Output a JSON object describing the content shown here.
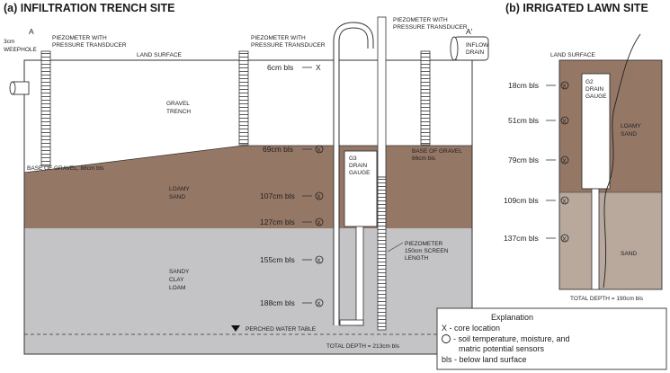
{
  "titles": {
    "trench": "(a) INFILTRATION TRENCH SITE",
    "lawn": "(b) IRRIGATED LAWN SITE"
  },
  "trench": {
    "section_start": "A",
    "section_end": "A'",
    "weephole": [
      "3cm",
      "WEEPHOLE"
    ],
    "piezometer_transducer": [
      "PIEZOMETER WITH",
      "PRESSURE TRANSDUCER"
    ],
    "land_surface": "LAND SURFACE",
    "inflow_drain": [
      "INFLOW",
      "DRAIN"
    ],
    "gravel_trench": [
      "GRAVEL",
      "TRENCH"
    ],
    "base_gravel_left": "BASE OF GRAVEL, 88cm bls",
    "base_gravel_right": [
      "BASE OF GRAVEL",
      "66cm bls"
    ],
    "loamy_sand": [
      "LOAMY",
      "SAND"
    ],
    "sandy_clay_loam": [
      "SANDY",
      "CLAY",
      "LOAM"
    ],
    "drain_gauge": [
      "G3",
      "DRAIN",
      "GAUGE"
    ],
    "piezometer_screen": [
      "PIEZOMETER",
      "150cm SCREEN",
      "LENGTH"
    ],
    "perched_water_table": "PERCHED WATER TABLE",
    "total_depth": "TOTAL DEPTH = 213cm bls",
    "depths": [
      "6cm bls",
      "69cm bls",
      "107cm bls",
      "127cm bls",
      "155cm bls",
      "188cm bls"
    ],
    "core_mark": "X"
  },
  "lawn": {
    "land_surface": "LAND SURFACE",
    "drain_gauge": [
      "G2",
      "DRAIN",
      "GAUGE"
    ],
    "loamy_sand": [
      "LOAMY",
      "SAND"
    ],
    "sand": "SAND",
    "total_depth": "TOTAL DEPTH = 190cm bls",
    "depths": [
      "18cm bls",
      "51cm bls",
      "79cm bls",
      "109cm bls",
      "137cm bls"
    ]
  },
  "explanation": {
    "title": "Explanation",
    "core": "X - core location",
    "sensors_1": "- soil temperature, moisture, and",
    "sensors_2": "matric potential sensors",
    "bls": "bls - below land surface"
  },
  "colors": {
    "gravel": "#ffffff",
    "loamy_sand": "#957766",
    "sandy_clay_loam": "#c4c4c6",
    "lawn_loamy_sand": "#957766",
    "lawn_sand": "#b9a89c",
    "outline": "#333333"
  }
}
